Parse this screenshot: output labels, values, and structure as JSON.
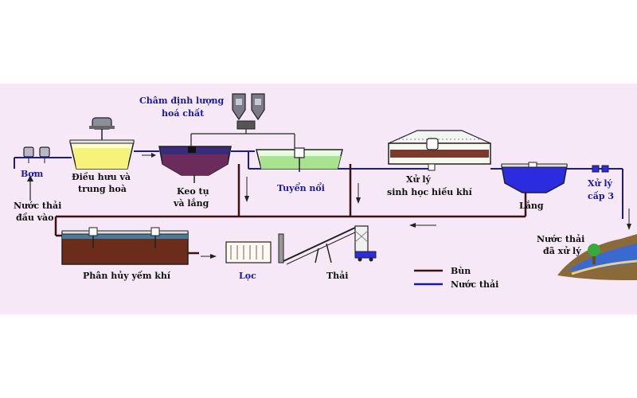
{
  "colors": {
    "background": "#f6e8f7",
    "sludge_line": "#3a1414",
    "water_line": "#1a1aa0",
    "label_blue": "#1a1aa8"
  },
  "labels": {
    "pump": "Bơm",
    "influent_1": "Nước thải",
    "influent_2": "đầu vào",
    "equalize_1": "Điều hưu và",
    "equalize_2": "trung hoà",
    "chem_1": "Châm định lượng",
    "chem_2": "hoá chất",
    "coag_1": "Keo tụ",
    "coag_2": "và lắng",
    "flotation": "Tuyển nổi",
    "aerobic_1": "Xử lý",
    "aerobic_2": "sinh học hiếu khí",
    "settling": "Lắng",
    "tertiary_1": "Xử lý",
    "tertiary_2": "cấp 3",
    "anaerobic": "Phân hủy yếm khí",
    "filter": "Lọc",
    "disposal": "Thải",
    "effluent_1": "Nước thải",
    "effluent_2": "đã xử lý"
  },
  "legend": {
    "sludge": "Bùn",
    "wastewater": "Nước thải"
  }
}
